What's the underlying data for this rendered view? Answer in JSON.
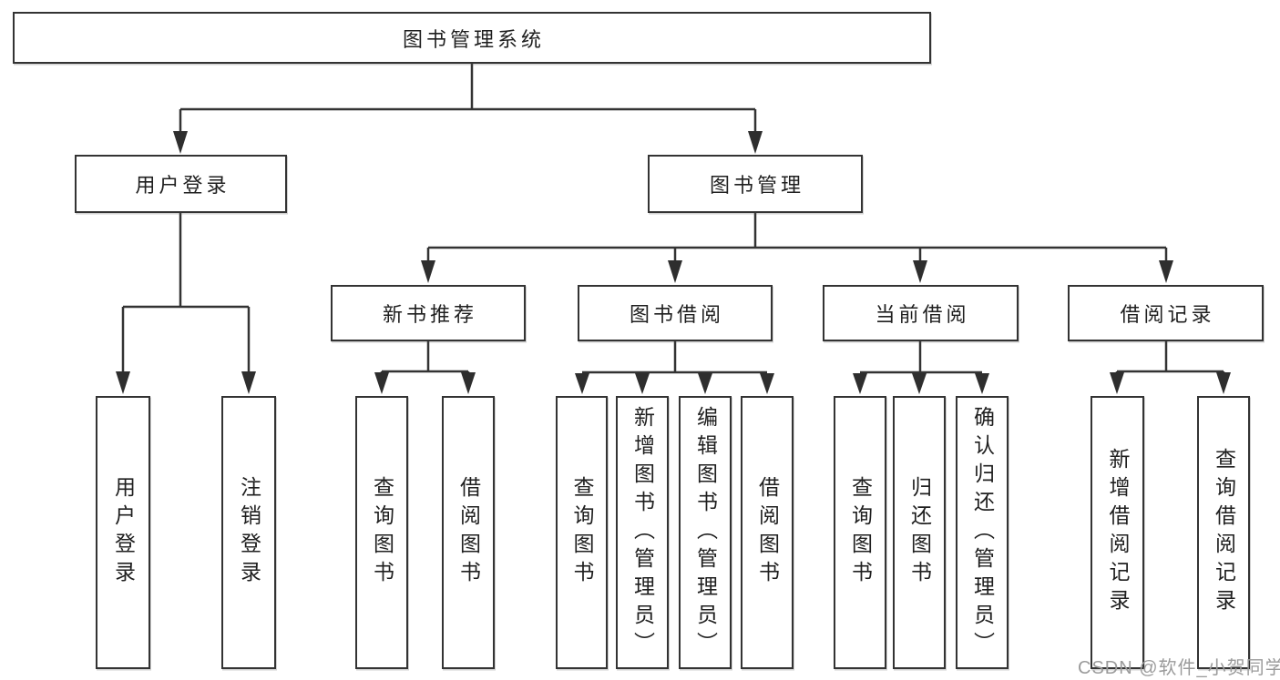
{
  "root": {
    "label": "图书管理系统"
  },
  "level2": [
    {
      "label": "用户登录",
      "children": [
        {
          "label": "用户登录"
        },
        {
          "label": "注销登录"
        }
      ]
    },
    {
      "label": "图书管理",
      "children": [
        {
          "label": "新书推荐",
          "children": [
            {
              "label": "查询图书"
            },
            {
              "label": "借阅图书"
            }
          ]
        },
        {
          "label": "图书借阅",
          "children": [
            {
              "label": "查询图书"
            },
            {
              "label": "新增图书（管理员）"
            },
            {
              "label": "编辑图书（管理员）"
            },
            {
              "label": "借阅图书"
            }
          ]
        },
        {
          "label": "当前借阅",
          "children": [
            {
              "label": "查询图书"
            },
            {
              "label": "归还图书"
            },
            {
              "label": "确认归还（管理员）"
            }
          ]
        },
        {
          "label": "借阅记录",
          "children": [
            {
              "label": "新增借阅记录"
            },
            {
              "label": "查询借阅记录"
            }
          ]
        }
      ]
    }
  ],
  "watermark": {
    "text": "CSDN @软件_小贺同学"
  },
  "colors": {
    "line": "#333333",
    "box_border": "#333333",
    "text": "#1f1f1f",
    "watermark": "#9b9b9b",
    "background": "#ffffff"
  }
}
